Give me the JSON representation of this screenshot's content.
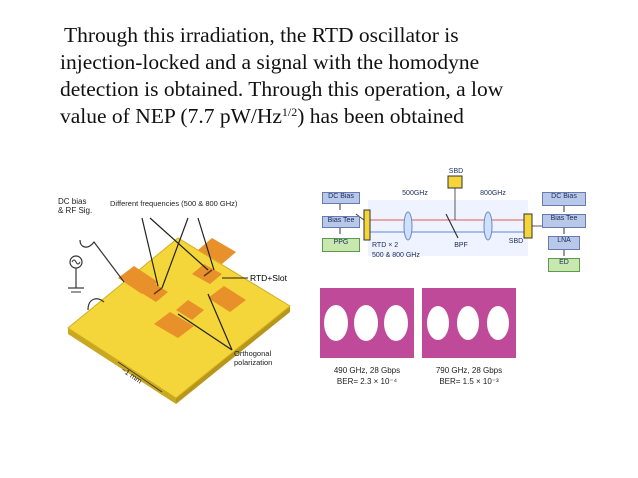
{
  "paragraph": {
    "line1": "Through this irradiation, the RTD oscillator is",
    "line2": "injection-locked and a signal with the homodyne",
    "line3": "detection is obtained. Through this operation, a low",
    "line4_pre": "value of NEP (7.7 pW/Hz",
    "line4_sup": "1/2",
    "line4_post": ") has been obtained"
  },
  "left_figure": {
    "dc_bias_label_1": "DC bias",
    "dc_bias_label_2": "& RF Sig.",
    "freq_label": "Different frequencies (500 & 800 GHz)",
    "rtd_slot_label": "RTD+Slot",
    "orthogonal_label_1": "Orthogonal",
    "orthogonal_label_2": "polarization",
    "size_label": "~1 mm"
  },
  "right_figure": {
    "sbd_top": "SBD",
    "freq_500": "500GHz",
    "freq_800": "800GHz",
    "dc_bias_left": "DC Bias",
    "bias_tee_left": "Bias Tee",
    "ppg": "PPG",
    "rtd_x2": "RTD × 2",
    "rtd_freqs": "500 & 800 GHz",
    "bpf": "BPF",
    "sbd_right": "SBD",
    "dc_bias_right": "DC Bias",
    "bias_tee_right": "Bias Tee",
    "lna": "LNA",
    "ed": "ED",
    "caption_left_1": "490 GHz, 28 Gbps",
    "caption_left_2": "BER= 2.3 × 10⁻⁴",
    "caption_right_1": "790 GHz, 28 Gbps",
    "caption_right_2": "BER= 1.5 × 10⁻³"
  },
  "colors": {
    "chip_yellow": "#f4d63a",
    "pad_orange": "#e8902a",
    "box_blue": "#b8c8e8",
    "box_green": "#c8e8b0",
    "eye_magenta": "#c04a9a"
  }
}
